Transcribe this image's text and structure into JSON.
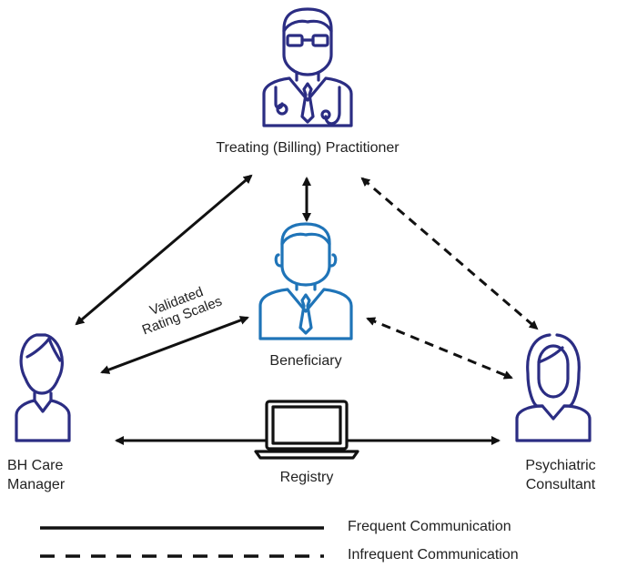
{
  "nodes": {
    "practitioner": {
      "label": "Treating (Billing) Practitioner",
      "icon": "doctor-icon"
    },
    "beneficiary": {
      "label": "Beneficiary",
      "icon": "patient-icon"
    },
    "care_manager": {
      "label_line1": "BH Care",
      "label_line2": "Manager",
      "icon": "female-care-manager-icon"
    },
    "consultant": {
      "label_line1": "Psychiatric",
      "label_line2": "Consultant",
      "icon": "female-consultant-icon"
    },
    "registry": {
      "label": "Registry",
      "icon": "laptop-icon"
    }
  },
  "edge_labels": {
    "scales_line1": "Validated",
    "scales_line2": "Rating Scales"
  },
  "legend": {
    "frequent": "Frequent Communication",
    "infrequent": "Infrequent Communication"
  },
  "colors": {
    "navy": "#2b2d83",
    "blue": "#1f74b8",
    "line": "#111111"
  }
}
